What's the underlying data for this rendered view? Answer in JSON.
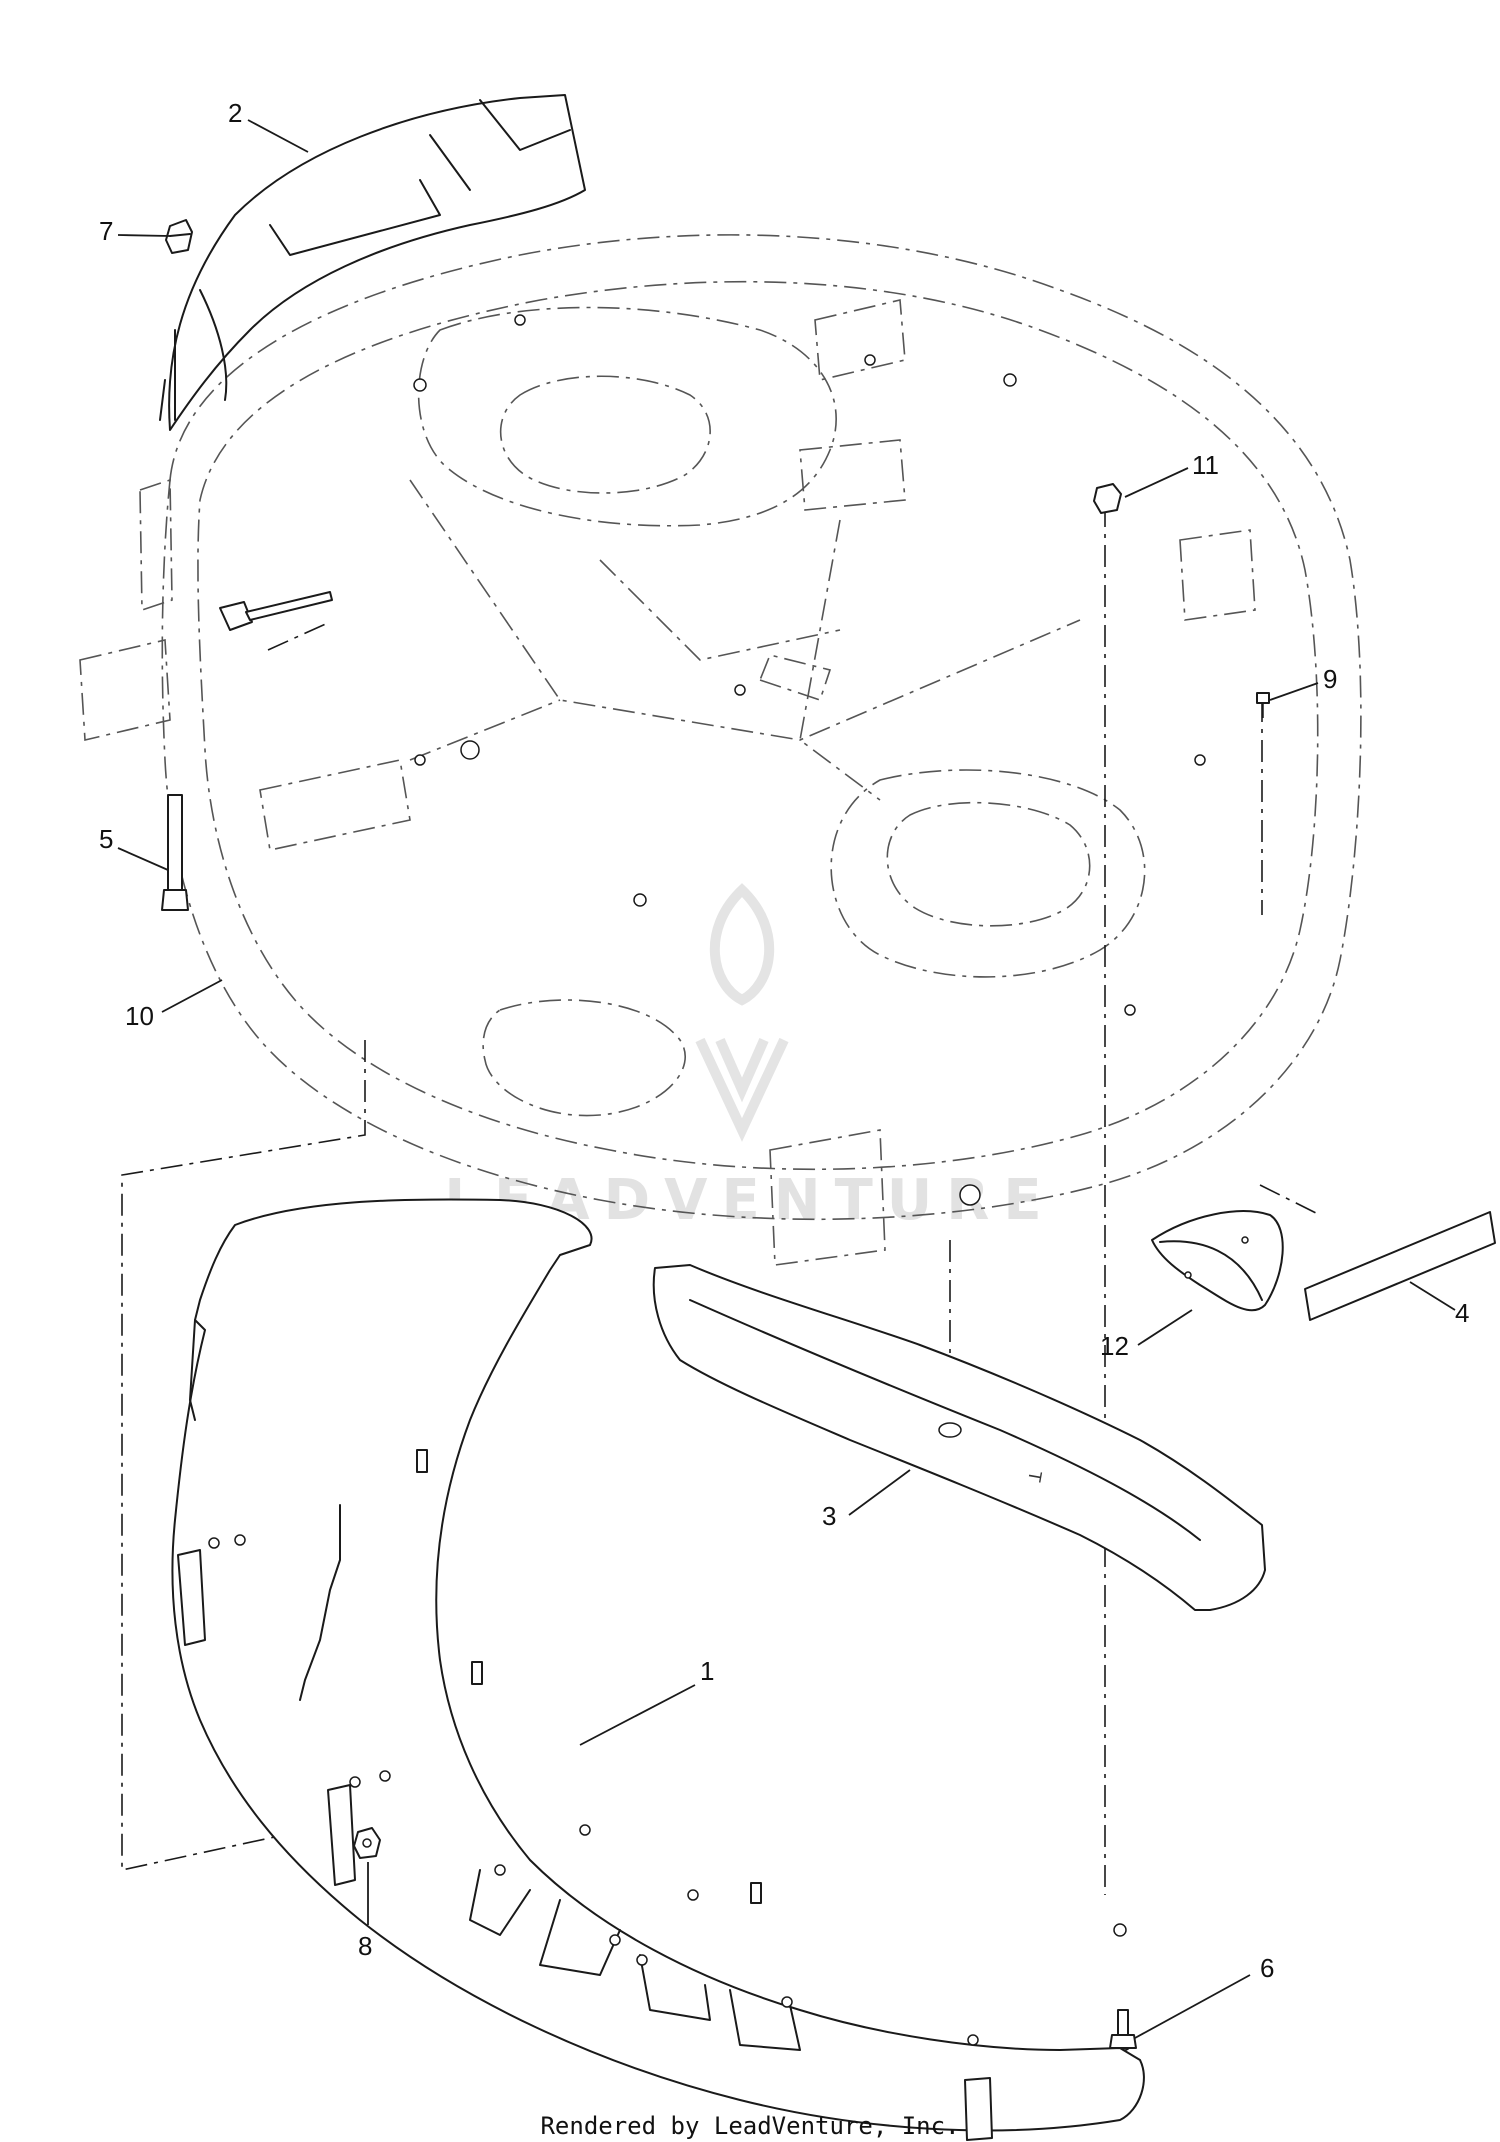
{
  "diagram": {
    "callouts": [
      {
        "id": "c1",
        "label": "1"
      },
      {
        "id": "c2",
        "label": "2"
      },
      {
        "id": "c3",
        "label": "3"
      },
      {
        "id": "c4",
        "label": "4"
      },
      {
        "id": "c5",
        "label": "5"
      },
      {
        "id": "c6",
        "label": "6"
      },
      {
        "id": "c7",
        "label": "7"
      },
      {
        "id": "c8",
        "label": "8"
      },
      {
        "id": "c9",
        "label": "9"
      },
      {
        "id": "c10",
        "label": "10"
      },
      {
        "id": "c11",
        "label": "11"
      },
      {
        "id": "c12",
        "label": "12"
      }
    ],
    "blade_mark": "T"
  },
  "watermark": {
    "text": "LEADVENTURE"
  },
  "footer": {
    "text": "Rendered by LeadVenture, Inc."
  }
}
